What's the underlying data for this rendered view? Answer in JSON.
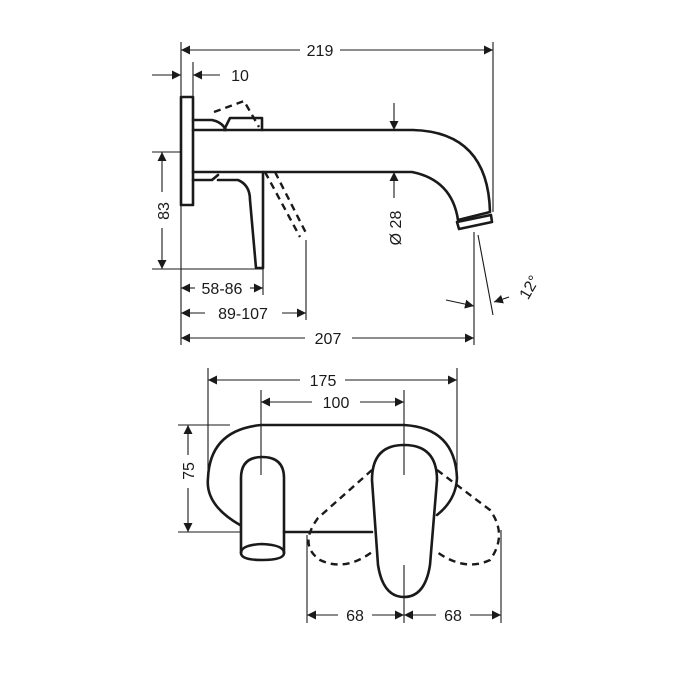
{
  "side_view": {
    "overall_length": "219",
    "plate_thickness": "10",
    "height": "83",
    "lever_reach": "58-86",
    "lever_swing_reach": "89-107",
    "spout_projection": "207",
    "spout_diameter": "Ø 28",
    "outlet_angle": "12°"
  },
  "front_view": {
    "rosette_width": "175",
    "center_distance": "100",
    "rosette_height": "75",
    "lever_swing_left": "68",
    "lever_swing_right": "68"
  }
}
